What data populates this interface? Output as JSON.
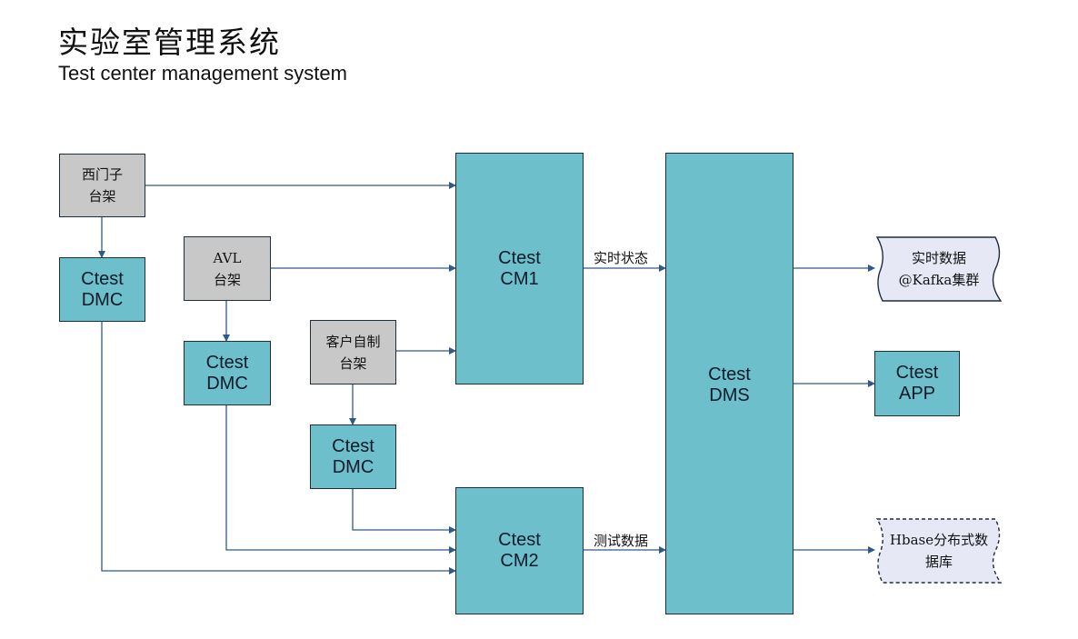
{
  "header": {
    "title": "实验室管理系统",
    "subtitle": "Test center management system"
  },
  "nodes": {
    "siemens_rig": [
      "西门子",
      "台架"
    ],
    "avl_rig": [
      "AVL",
      "台架"
    ],
    "custom_rig": [
      "客户自制",
      "台架"
    ],
    "dmc_1": [
      "Ctest",
      "DMC"
    ],
    "dmc_2": [
      "Ctest",
      "DMC"
    ],
    "dmc_3": [
      "Ctest",
      "DMC"
    ],
    "cm1": [
      "Ctest",
      "CM1"
    ],
    "cm2": [
      "Ctest",
      "CM2"
    ],
    "dms": [
      "Ctest",
      "DMS"
    ],
    "kafka": [
      "实时数据",
      "@Kafka集群"
    ],
    "app": [
      "Ctest",
      "APP"
    ],
    "hbase": [
      "Hbase分布式数",
      "据库"
    ]
  },
  "edge_labels": {
    "realtime_status": "实时状态",
    "test_data": "测试数据"
  },
  "colors": {
    "rig_fill": "#c8c8c8",
    "module_fill": "#6dbfcb",
    "store_fill": "#e6e8f5",
    "connector": "#2e5a8a"
  }
}
